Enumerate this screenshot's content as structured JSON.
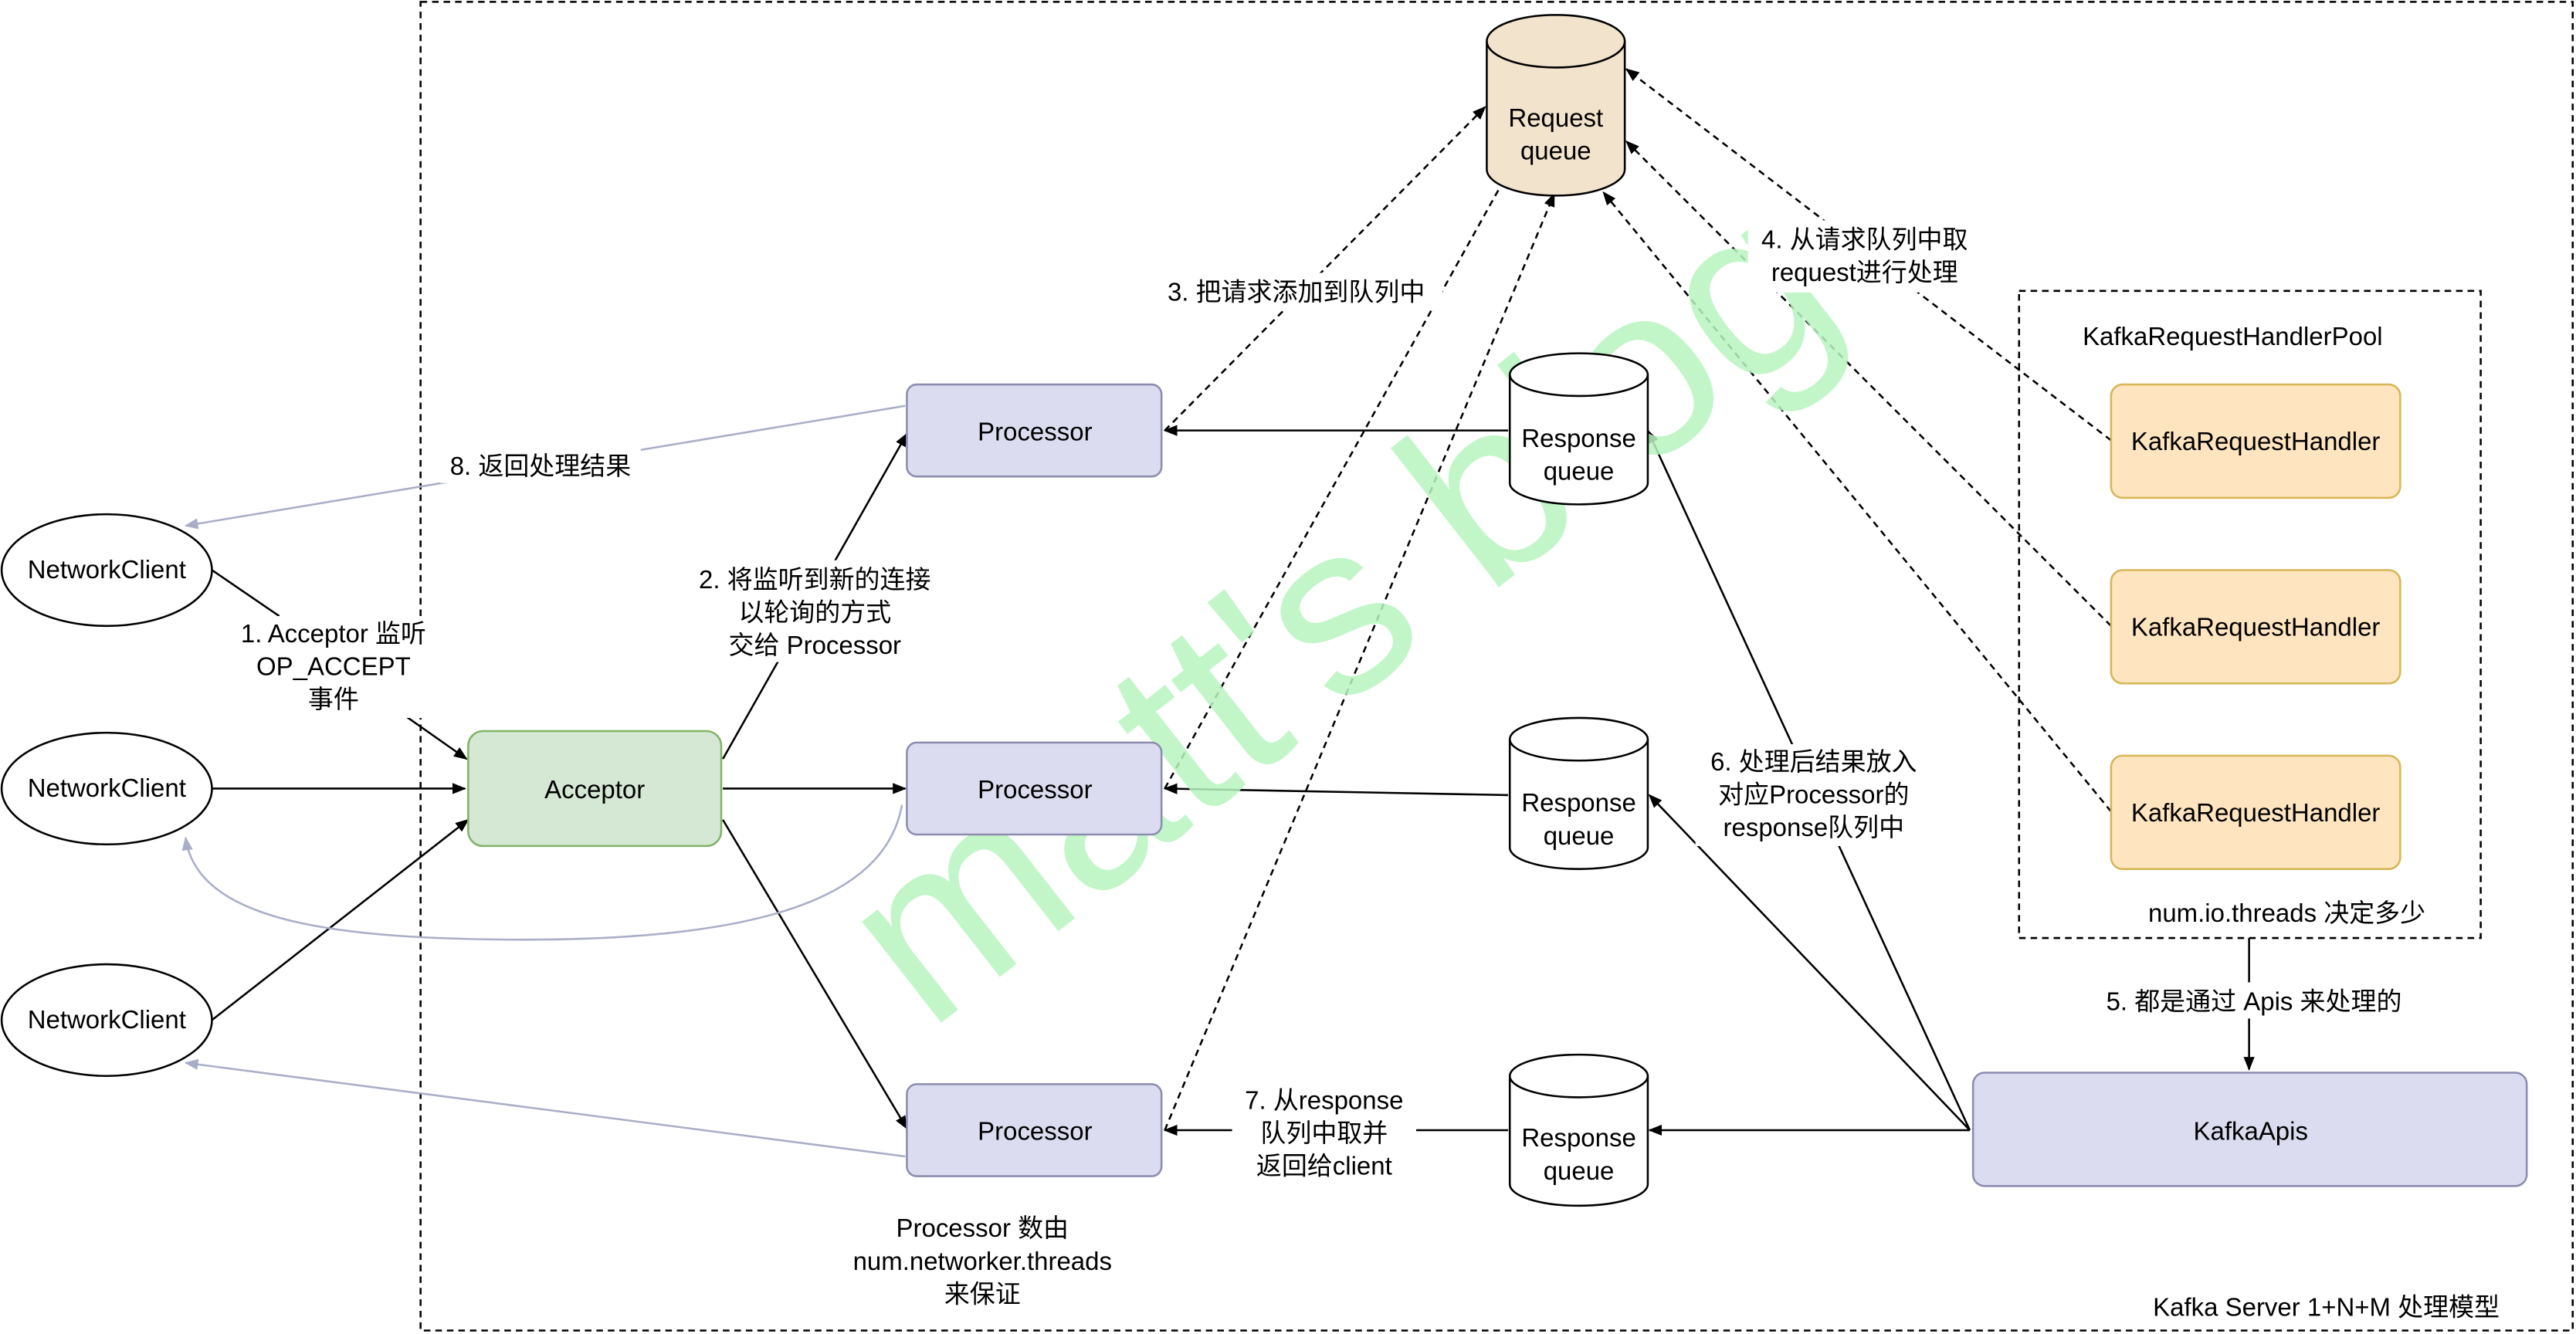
{
  "nodes": {
    "client1": "NetworkClient",
    "client2": "NetworkClient",
    "client3": "NetworkClient",
    "acceptor": "Acceptor",
    "processor1": "Processor",
    "processor2": "Processor",
    "processor3": "Processor",
    "request_queue": [
      "Request",
      "queue"
    ],
    "response_queue1": [
      "Response",
      "queue"
    ],
    "response_queue2": [
      "Response",
      "queue"
    ],
    "response_queue3": [
      "Response",
      "queue"
    ],
    "handler_pool_title": "KafkaRequestHandlerPool",
    "handler1": "KafkaRequestHandler",
    "handler2": "KafkaRequestHandler",
    "handler3": "KafkaRequestHandler",
    "kafka_apis": "KafkaApis"
  },
  "labels": {
    "step1": [
      "1. Acceptor 监听",
      "OP_ACCEPT",
      "事件"
    ],
    "step2": [
      "2. 将监听到新的连接",
      "以轮询的方式",
      "交给 Processor"
    ],
    "step3": "3. 把请求添加到队列中",
    "step4": [
      "4. 从请求队列中取",
      "request进行处理"
    ],
    "step5": "5. 都是通过 Apis 来处理的",
    "step6": [
      "6. 处理后结果放入",
      "对应Processor的",
      "response队列中"
    ],
    "step7": [
      "7. 从response",
      "队列中取并",
      "返回给client"
    ],
    "step8": "8. 返回处理结果",
    "processor_note": [
      "Processor 数由",
      "num.networker.threads",
      "来保证"
    ],
    "io_threads_note": "num.io.threads 决定多少",
    "server_title": "Kafka Server 1+N+M 处理模型",
    "watermark": "matt's blog"
  },
  "colors": {
    "acceptor_fill": "#d5e8d4",
    "processor_fill": "#dcdcf0",
    "request_queue_fill": "#f2e3cc",
    "handler_fill": "#ffe5bf",
    "apis_fill": "#dcdcf0",
    "watermark": "#b8f5c0",
    "return_arrow": "#a9aec8"
  }
}
